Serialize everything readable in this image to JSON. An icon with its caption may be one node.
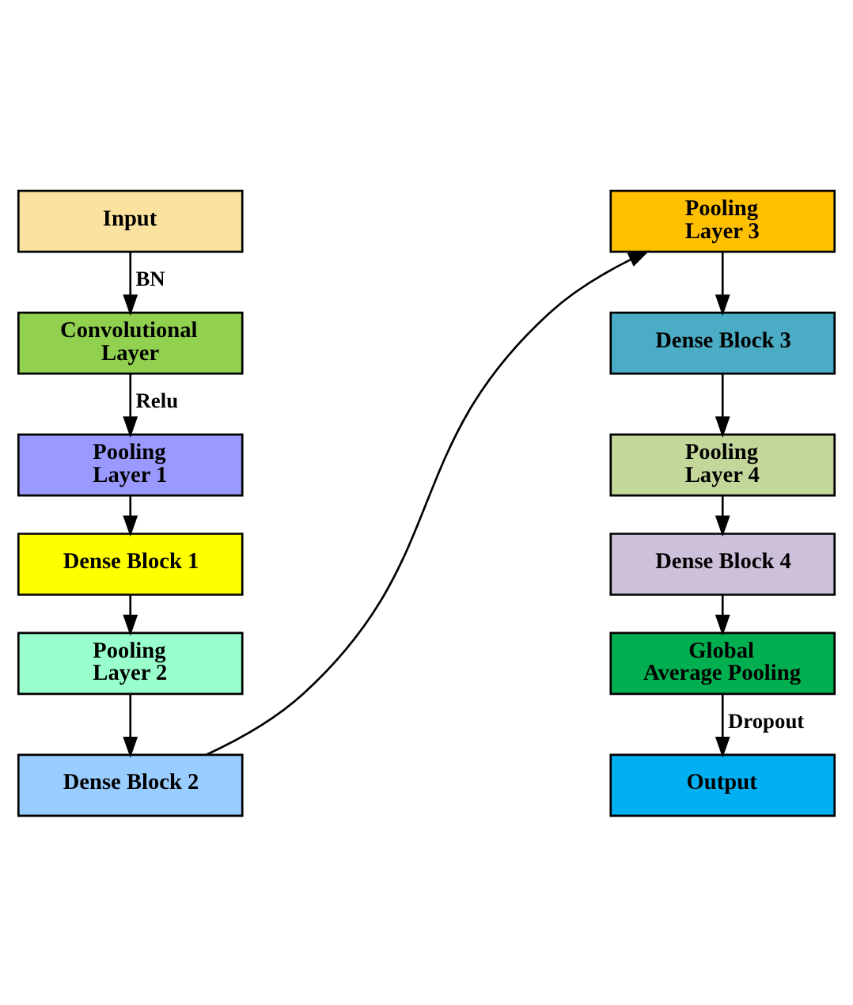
{
  "diagram": {
    "nodes": [
      {
        "text": [
          "Input"
        ]
      },
      {
        "text": [
          "Convolutional Layer"
        ]
      },
      {
        "text": [
          "Pooling Layer 1"
        ]
      },
      {
        "text": [
          "Dense Block 1"
        ]
      },
      {
        "text": [
          "Pooling Layer 2"
        ]
      },
      {
        "text": [
          "Dense Block 2"
        ]
      },
      {
        "text": [
          "Pooling Layer 3"
        ]
      },
      {
        "text": [
          "Dense Block 3"
        ]
      },
      {
        "text": [
          "Pooling Layer 4"
        ]
      },
      {
        "text": [
          "Dense Block 4"
        ]
      },
      {
        "text": [
          "Global Average Pooling"
        ]
      },
      {
        "text": [
          "Output"
        ]
      }
    ],
    "edges": [
      {
        "from": 0,
        "to": 1,
        "arrow": "to",
        "label": "BN"
      },
      {
        "from": 1,
        "to": 2,
        "arrow": "to",
        "label": "Relu"
      },
      {
        "from": 2,
        "to": 3,
        "arrow": "to"
      },
      {
        "from": 3,
        "to": 4,
        "arrow": "to"
      },
      {
        "from": 4,
        "to": 5,
        "arrow": "to"
      },
      {
        "from": 5,
        "to": 6,
        "arrow": "to"
      },
      {
        "from": 6,
        "to": 7,
        "arrow": "to"
      },
      {
        "from": 7,
        "to": 8,
        "arrow": "to"
      },
      {
        "from": 8,
        "to": 9,
        "arrow": "to"
      },
      {
        "from": 9,
        "to": 10,
        "arrow": "to"
      },
      {
        "from": 10,
        "to": 11,
        "arrow": "to",
        "label": "Dropout"
      }
    ]
  }
}
